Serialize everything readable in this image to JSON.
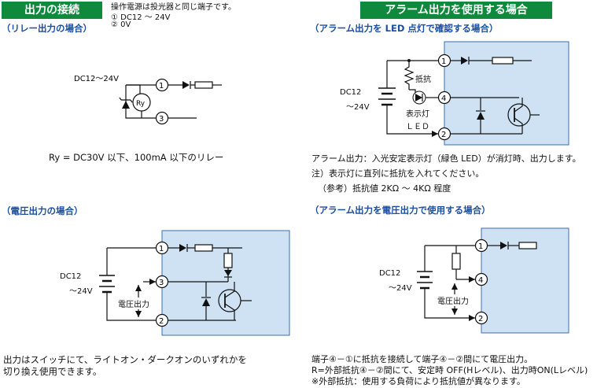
{
  "left": {
    "header": "出力の接続",
    "power_note": {
      "line1": "操作電源は投光器と同じ端子です。",
      "line2": "① DC12 ～ 24V",
      "line3": "② 0V"
    },
    "relay": {
      "title": "（リレー出力の場合）",
      "supply_label": "DC12～24V",
      "relay_symbol": "Ry",
      "terminals": [
        "1",
        "3"
      ],
      "caption": "Ry = DC30V 以下、100mA 以下のリレー"
    },
    "voltage": {
      "title": "（電圧出力の場合）",
      "supply_line1": "DC12",
      "supply_line2": "～24V",
      "output_label": "電圧出力",
      "terminals": [
        "1",
        "3",
        "2"
      ],
      "caption_line1": "出力はスイッチにて、ライトオン・ダークオンのいずれかを",
      "caption_line2": "切り換え使用できます。"
    }
  },
  "right": {
    "header": "アラーム出力を使用する場合",
    "led": {
      "title": "（アラーム出力を LED 点灯で確認する場合）",
      "resistor_label": "抵抗",
      "lamp_label": "表示灯",
      "led_label": "ＬＥＤ",
      "supply_line1": "DC12",
      "supply_line2": "～24V",
      "terminals": [
        "1",
        "4",
        "2"
      ],
      "note1": "アラーム出力：入光安定表示灯（緑色 LED）が消灯時、出力します。",
      "note2": "注）表示灯に直列に抵抗を入れてください。",
      "note3": "（参考）抵抗値 2KΩ ～ 4KΩ 程度"
    },
    "volt": {
      "title": "（アラーム出力を電圧出力で使用する場合）",
      "supply_line1": "DC12",
      "supply_line2": "～24V",
      "output_label": "電圧出力",
      "terminals": [
        "1",
        "4",
        "2"
      ],
      "note1": "端子④－①に抵抗を接続して端子④－②間にて電圧出力。",
      "note2": "R=外部抵抗④－②間にて、安定時 OFF(Hレベル)、出力時ON(Lレベル)",
      "note3": "※外部抵抗：使用する負荷により抵抗値が異なります。"
    }
  }
}
